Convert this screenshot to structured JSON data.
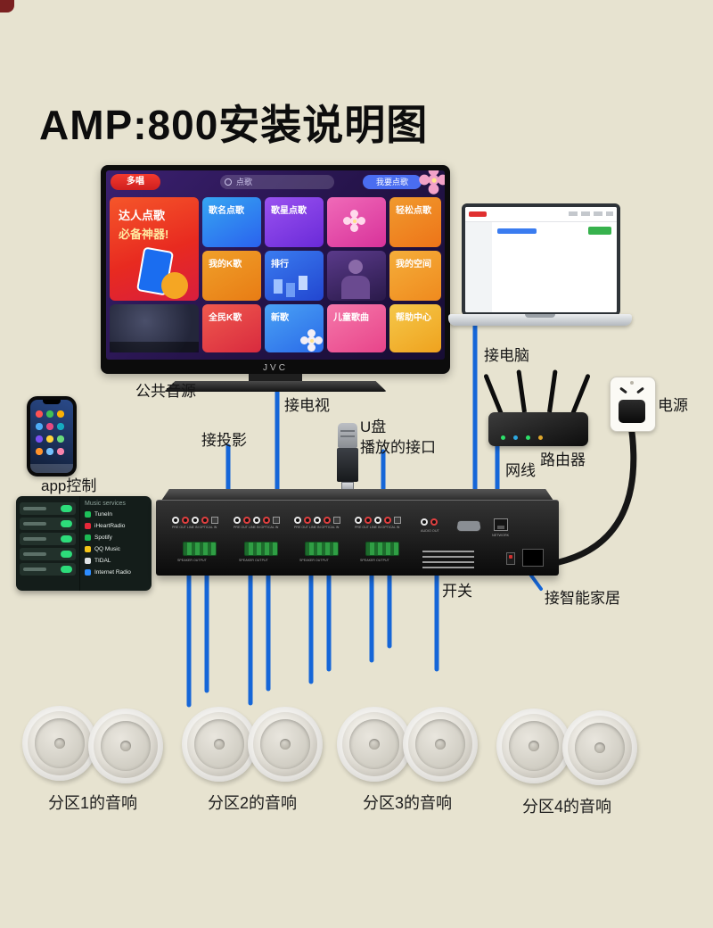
{
  "page": {
    "title": "AMP:800安装说明图"
  },
  "colors": {
    "connection_line": "#1566d8",
    "power_cable": "#161616",
    "terminal_green": "#2f9e44",
    "banner_red": "#e82a20",
    "background_top": "#d2d4c4",
    "background_bottom": "#f4eedb"
  },
  "tv": {
    "brand": "JVC",
    "caption": "公共音源",
    "screen": {
      "logo": "多唱",
      "search_placeholder": "点歌",
      "header_button": "我要点歌",
      "banner_line1": "达人点歌",
      "banner_line2": "必备神器!",
      "tiles": [
        {
          "label": "歌名点歌",
          "color": "#2a62ee"
        },
        {
          "label": "歌星点歌",
          "color": "#6a2ad8"
        },
        {
          "label": "轻松点歌",
          "color": "#ee7418"
        },
        {
          "label": "我的K歌",
          "color": "#e87c14"
        },
        {
          "label": "排行",
          "color": "#2246d0"
        },
        {
          "label": "我的空间",
          "color": "#ef8a1e"
        },
        {
          "label": "全民K歌",
          "color": "#d82a3e"
        },
        {
          "label": "新歌",
          "color": "#2a6ae8"
        },
        {
          "label": "儿童歌曲",
          "color": "#e8448a"
        },
        {
          "label": "帮助中心",
          "color": "#efa21e"
        }
      ]
    }
  },
  "devices": {
    "tv_line_label": "接电视",
    "projector_label": "接投影",
    "usb_label_line1": "U盘",
    "usb_label_line2": "播放的接口",
    "computer_label": "接电脑",
    "router_label": "路由器",
    "network_label": "网线",
    "power_label": "电源",
    "app_label": "app控制",
    "switch_label": "开关",
    "smart_home_label": "接智能家居"
  },
  "amp": {
    "io_label": "PRE OUT  LINE IN  OPTICAL IN",
    "speaker_label": "SPEAKER OUTPUT",
    "audio_out_label": "AUDIO OUT",
    "network_port_label": "NETWORK"
  },
  "app_panel": {
    "header": "Music services",
    "items": [
      {
        "name": "TuneIn",
        "color": "#1ec05a"
      },
      {
        "name": "iHeartRadio",
        "color": "#e62839"
      },
      {
        "name": "Spotify",
        "color": "#1db954"
      },
      {
        "name": "QQ Music",
        "color": "#f5c518"
      },
      {
        "name": "TIDAL",
        "color": "#dfe3e6"
      },
      {
        "name": "Internet Radio",
        "color": "#2d8cff"
      }
    ]
  },
  "zones": [
    {
      "label": "分区1的音响"
    },
    {
      "label": "分区2的音响"
    },
    {
      "label": "分区3的音响"
    },
    {
      "label": "分区4的音响"
    }
  ]
}
